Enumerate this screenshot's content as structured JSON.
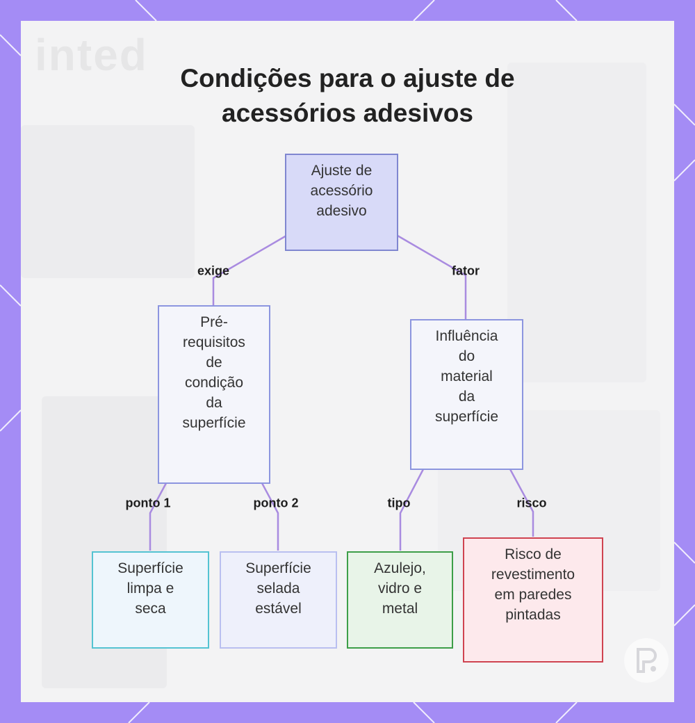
{
  "title": {
    "line1": "Condições para o ajuste de",
    "line2": "acessórios adesivos"
  },
  "watermark": "inted",
  "nodes": {
    "root": "Ajuste de\nacessório\nadesivo",
    "prerequisites": "Pré-\nrequisitos\nde\ncondição\nda\nsuperfície",
    "influence": "Influência\ndo\nmaterial\nda\nsuperfície",
    "leaf_clean": "Superfície\nlimpa e\nseca",
    "leaf_sealed": "Superfície\nselada\nestável",
    "leaf_tile": "Azulejo,\nvidro e\nmetal",
    "leaf_risk": "Risco de\nrevestimento\nem paredes\npintadas"
  },
  "edges": {
    "requires": "exige",
    "factor": "fator",
    "point1": "ponto 1",
    "point2": "ponto 2",
    "type": "tipo",
    "risk": "risco"
  },
  "colors": {
    "frame": "#a48cf5",
    "card": "#f3f3f4",
    "edge": "#a98be0",
    "root_fill": "#d8daf8",
    "root_border": "#7f86d0",
    "leaf_clean_border": "#54c3d2",
    "leaf_sealed_border": "#b9bff0",
    "leaf_tile_border": "#3d9e48",
    "leaf_risk_border": "#cf4350"
  },
  "icons": {
    "logo": "brand-logo-icon"
  }
}
